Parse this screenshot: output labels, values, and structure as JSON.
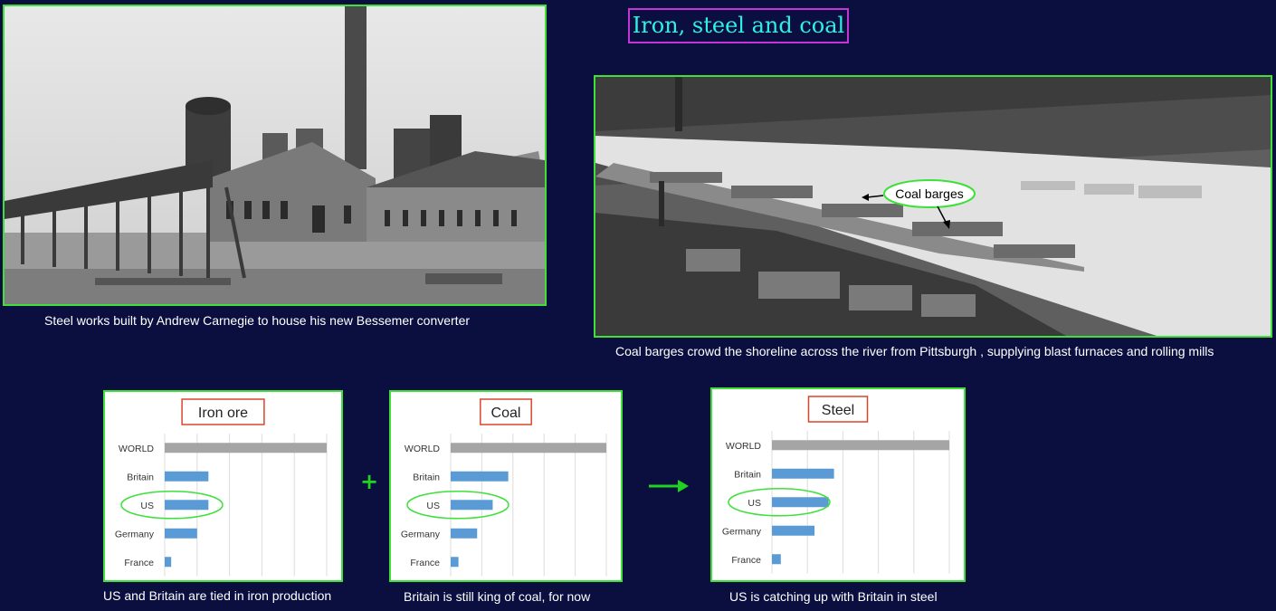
{
  "title": "Iron, steel and coal",
  "photos": {
    "left_caption": "Steel works built by Andrew Carnegie to house his new Bessemer converter",
    "right_caption": "Coal barges crowd the shoreline across the river from Pittsburgh , supplying blast furnaces and rolling mills",
    "right_annotation": "Coal barges"
  },
  "operators": {
    "plus": "+",
    "arrow": "→"
  },
  "colors": {
    "background": "#0a0f3f",
    "title": "#2ff0e4",
    "title_border": "#c534d6",
    "frame": "#3ee03a",
    "bar": "#5b9bd5",
    "world_bar": "#a5a5a5",
    "box": "#d9472b",
    "highlight": "#3ee03a"
  },
  "chart_data": [
    {
      "type": "bar",
      "orientation": "horizontal",
      "title": "Iron ore",
      "categories": [
        "WORLD",
        "Britain",
        "US",
        "Germany",
        "France"
      ],
      "values": [
        100,
        27,
        27,
        20,
        4
      ],
      "xlim": [
        0,
        100
      ],
      "xgrid": true,
      "highlight": "US",
      "caption": "US and Britain are tied in iron production"
    },
    {
      "type": "bar",
      "orientation": "horizontal",
      "title": "Coal",
      "categories": [
        "WORLD",
        "Britain",
        "US",
        "Germany",
        "France"
      ],
      "values": [
        100,
        37,
        27,
        17,
        5
      ],
      "xlim": [
        0,
        100
      ],
      "xgrid": true,
      "highlight": "US",
      "caption": "Britain is still king of coal, for now"
    },
    {
      "type": "bar",
      "orientation": "horizontal",
      "title": "Steel",
      "categories": [
        "WORLD",
        "Britain",
        "US",
        "Germany",
        "France"
      ],
      "values": [
        100,
        35,
        32,
        24,
        5
      ],
      "xlim": [
        0,
        100
      ],
      "xgrid": true,
      "highlight": "US",
      "caption": "US is catching up with Britain in steel"
    }
  ]
}
